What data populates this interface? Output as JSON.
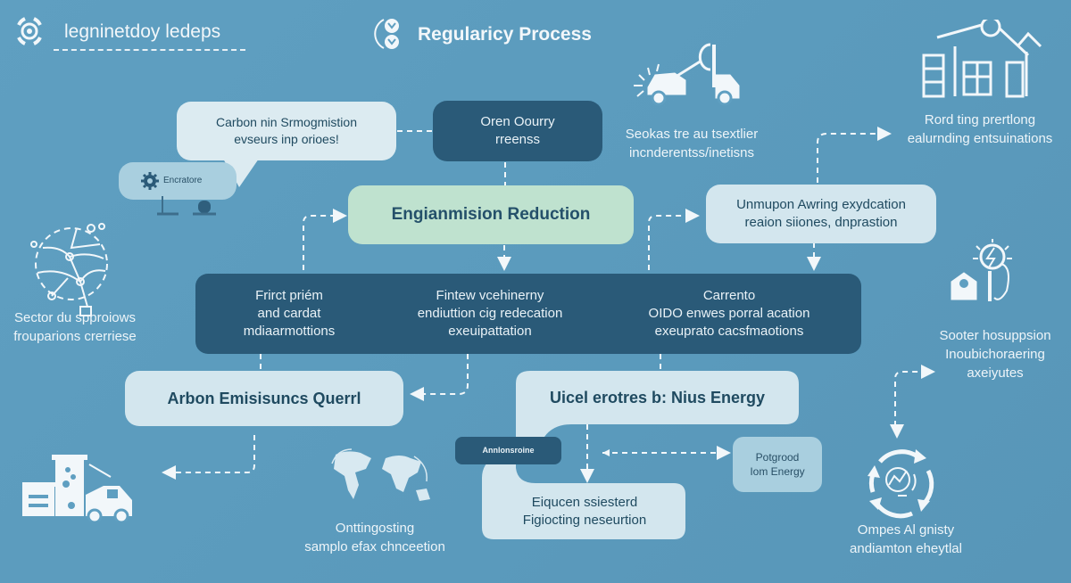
{
  "header": {
    "left_title": "legninetdoy ledeps",
    "center_title": "Regularicy Process"
  },
  "boxes": {
    "carbon_top": {
      "line1": "Carbon nin Srmogmistion",
      "line2": "evseurs inp orioes!"
    },
    "oren_query": {
      "line1": "Oren Oourry",
      "line2": "rreenss"
    },
    "encratore": {
      "label": "Encratore"
    },
    "emission_reduction": {
      "label": "Engianmision Reduction"
    },
    "unmupon": {
      "line1": "Unmupon Awring exydcation",
      "line2": "reaion siiones, dnprastion"
    },
    "main_bar": {
      "columns": [
        {
          "lines": [
            "Frirct priém",
            "and cardat",
            "mdiaarmottions"
          ]
        },
        {
          "lines": [
            "Fintew vcehinerny",
            "endiuttion cig redecation",
            "exeuipattation"
          ]
        },
        {
          "lines": [
            "Carrento",
            "OIDO enwes porral acation",
            "exeuprato cacsfmaotions"
          ]
        }
      ]
    },
    "arbon_query": {
      "label": "Arbon Emisisuncs Querrl"
    },
    "nius_energy": {
      "label": "Uicel erotres b: Nius Energy"
    },
    "annlonsroine": {
      "label": "Annlonsroine"
    },
    "eiqucen": {
      "line1": "Eiqucen ssiesterd",
      "line2": "Figiocting neseurtion"
    },
    "potgrood": {
      "line1": "Potgrood",
      "line2": "Iom Energy"
    }
  },
  "captions": {
    "seokas": {
      "line1": "Seokas tre au tsextlier",
      "line2": "incnderentss/inetisns"
    },
    "rord_ting": {
      "line1": "Rord ting prertlong",
      "line2": "ealurnding entsuinations"
    },
    "sector_du": {
      "line1": "Sector du spproiows",
      "line2": "frouparions crerriese"
    },
    "sooter": {
      "line1": "Sooter hosuppsion",
      "line2": "Inoubichoraering",
      "line3": "axeiyutes"
    },
    "onttingosting": {
      "line1": "Onttingosting",
      "line2": "samplo efax chnceetion"
    },
    "ompes": {
      "line1": "Ompes Al gnisty",
      "line2": "andiamton eheytlal"
    }
  },
  "icons": [
    "target-gear-icon",
    "cycle-globe-icon",
    "tow-truck-icon",
    "construction-house-icon",
    "network-globe-icon",
    "smart-home-energy-icon",
    "factory-truck-icon",
    "world-map-icon",
    "recycle-chart-icon",
    "gear-icon"
  ],
  "colors": {
    "background": "#5f9fc1",
    "dark_box": "#2a5a78",
    "light_box": "#d3e6ee",
    "green_box": "#bfe2cf",
    "text_dark": "#1f4a60",
    "text_light": "#eef5f9"
  }
}
